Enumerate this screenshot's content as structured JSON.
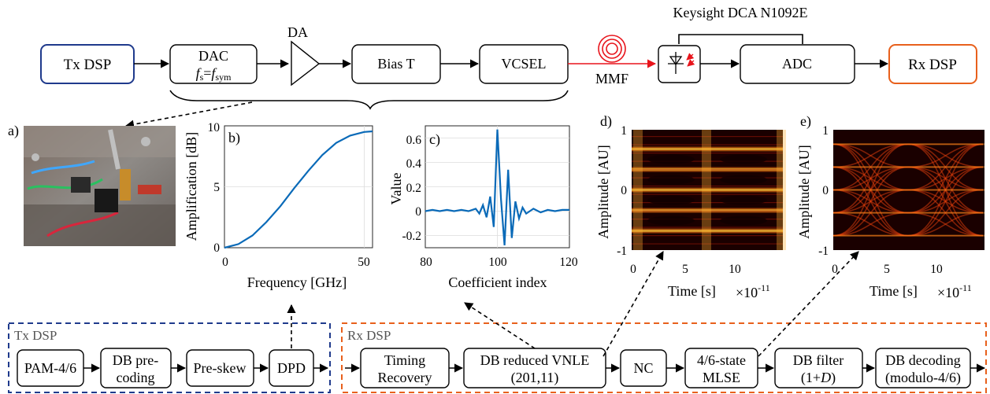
{
  "top_chain": {
    "tx_dsp": "Tx DSP",
    "dac": "DAC",
    "dac_fs_symbol": "f",
    "dac_fs_sub": "s",
    "dac_eq": "=",
    "dac_fsym_symbol": "f",
    "dac_fsym_sub": "sym",
    "da": "DA",
    "bias_t": "Bias T",
    "vcsel": "VCSEL",
    "mmf": "MMF",
    "keysight": "Keysight DCA N1092E",
    "adc": "ADC",
    "rx_dsp": "Rx DSP"
  },
  "panel_labels": {
    "a": "a)",
    "b": "b)",
    "c": "c)",
    "d": "d)",
    "e": "e)"
  },
  "chart_b": {
    "ylabel": "Amplification [dB]",
    "xlabel": "Frequency [GHz]",
    "yticks": [
      "0",
      "5",
      "10"
    ],
    "xticks": [
      "0",
      "50"
    ]
  },
  "chart_c": {
    "ylabel": "Value",
    "xlabel": "Coefficient index",
    "yticks": [
      "-0.2",
      "0",
      "0.2",
      "0.4",
      "0.6"
    ],
    "xticks": [
      "80",
      "100",
      "120"
    ]
  },
  "chart_d": {
    "ylabel": "Amplitude [AU]",
    "xlabel": "Time [s]",
    "xscale": "×10",
    "xscale_exp": "-11",
    "yticks": [
      "-1",
      "0",
      "1"
    ],
    "xticks": [
      "0",
      "5",
      "10"
    ]
  },
  "chart_e": {
    "ylabel": "Amplitude [AU]",
    "xlabel": "Time [s]",
    "xscale": "×10",
    "xscale_exp": "-11",
    "yticks": [
      "-1",
      "0",
      "1"
    ],
    "xticks": [
      "0",
      "5",
      "10"
    ]
  },
  "tx_dsp_block": {
    "title": "Tx DSP",
    "pam": "PAM-4/6",
    "db_pre_1": "DB pre-",
    "db_pre_2": "coding",
    "pre_skew": "Pre-skew",
    "dpd": "DPD"
  },
  "rx_dsp_block": {
    "title": "Rx DSP",
    "timing_1": "Timing",
    "timing_2": "Recovery",
    "vnle_1": "DB reduced VNLE",
    "vnle_2": "(201,11)",
    "nc": "NC",
    "mlse_1": "4/6-state",
    "mlse_2": "MLSE",
    "dbf_1": "DB filter",
    "dbf_2a": "(1+",
    "dbf_2b": "D",
    "dbf_2c": ")",
    "dbd_1": "DB decoding",
    "dbd_2": "(modulo-4/6)"
  },
  "colors": {
    "tx_blue": "#1f3a8c",
    "rx_orange": "#e8601c",
    "fiber_red": "#e8141b",
    "curve_blue": "#0a6ab8"
  },
  "chart_data": [
    {
      "type": "line",
      "panel": "b",
      "xlabel": "Frequency [GHz]",
      "ylabel": "Amplification [dB]",
      "xlim": [
        0,
        53
      ],
      "ylim": [
        0,
        10
      ],
      "x": [
        0,
        5,
        10,
        15,
        20,
        25,
        30,
        35,
        40,
        45,
        50,
        53
      ],
      "y": [
        0,
        0.3,
        1.0,
        2.1,
        3.4,
        4.9,
        6.3,
        7.6,
        8.6,
        9.2,
        9.5,
        9.55
      ]
    },
    {
      "type": "line",
      "panel": "c",
      "xlabel": "Coefficient index",
      "ylabel": "Value",
      "xlim": [
        80,
        120
      ],
      "ylim": [
        -0.3,
        0.7
      ],
      "x": [
        80,
        82,
        84,
        86,
        88,
        90,
        92,
        94,
        95,
        96,
        97,
        98,
        99,
        100,
        101,
        102,
        103,
        104,
        105,
        106,
        107,
        108,
        110,
        112,
        114,
        116,
        118,
        120
      ],
      "y": [
        0.0,
        0.01,
        0.0,
        0.01,
        0.0,
        0.01,
        0.0,
        0.02,
        -0.02,
        0.05,
        -0.05,
        0.12,
        -0.13,
        0.67,
        0.1,
        -0.28,
        0.34,
        -0.22,
        0.08,
        -0.06,
        0.03,
        -0.02,
        0.02,
        -0.01,
        0.01,
        0.0,
        0.01,
        0.01
      ]
    }
  ]
}
